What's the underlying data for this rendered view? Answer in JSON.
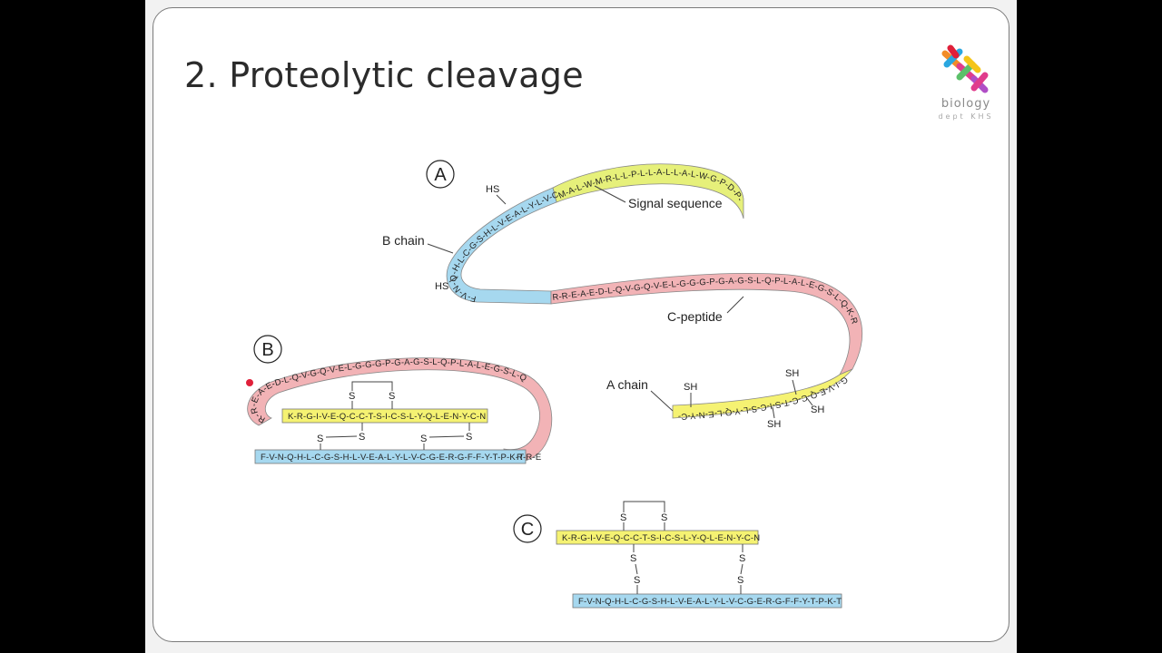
{
  "slide": {
    "title": "2. Proteolytic cleavage"
  },
  "logo": {
    "text": "biology",
    "subtext": "dept KHS"
  },
  "colors": {
    "signal": "#e6f07a",
    "b_chain": "#a6d8ef",
    "c_peptide": "#f2b3b6",
    "a_chain": "#f5f272",
    "marker": "#e0203a"
  },
  "panels": {
    "a": {
      "marker": "A"
    },
    "b": {
      "marker": "B"
    },
    "c": {
      "marker": "C"
    }
  },
  "labels": {
    "signal_sequence": "Signal sequence",
    "b_chain": "B chain",
    "c_peptide": "C-peptide",
    "a_chain": "A chain",
    "hs": "HS",
    "sh": "SH",
    "s": "S"
  },
  "sequences": {
    "signal": "M-A-L-W-M-R-L-L-P-L-L-A-L-L-A-L-W-G-P-D-P-A-A-A",
    "b_chain": "F-V-N-Q-H-L-C-G-S-H-L-V-E-A-L-Y-L-V-C-G-E-R-G-F-F-Y-T-P-K-T",
    "c_peptide": "R-R-E-A-E-D-L-Q-V-G-Q-V-E-L-G-G-G-P-G-A-G-S-L-Q-P-L-A-L-E-G-S-L-Q-K-R",
    "c_peptide_b": "R-R-E-A-E-D-L-Q-V-G-Q-V-E-L-G-G-G-P-G-A-G-S-L-Q-P-L-A-L-E-G-S-L-Q",
    "a_chain": "G-I-V-E-Q-C-C-T-S-I-C-S-L-Y-Q-L-E-N-Y-C-N",
    "a_chain_full": "K-R-G-I-V-E-Q-C-C-T-S-I-C-S-L-Y-Q-L-E-N-Y-C-N"
  }
}
